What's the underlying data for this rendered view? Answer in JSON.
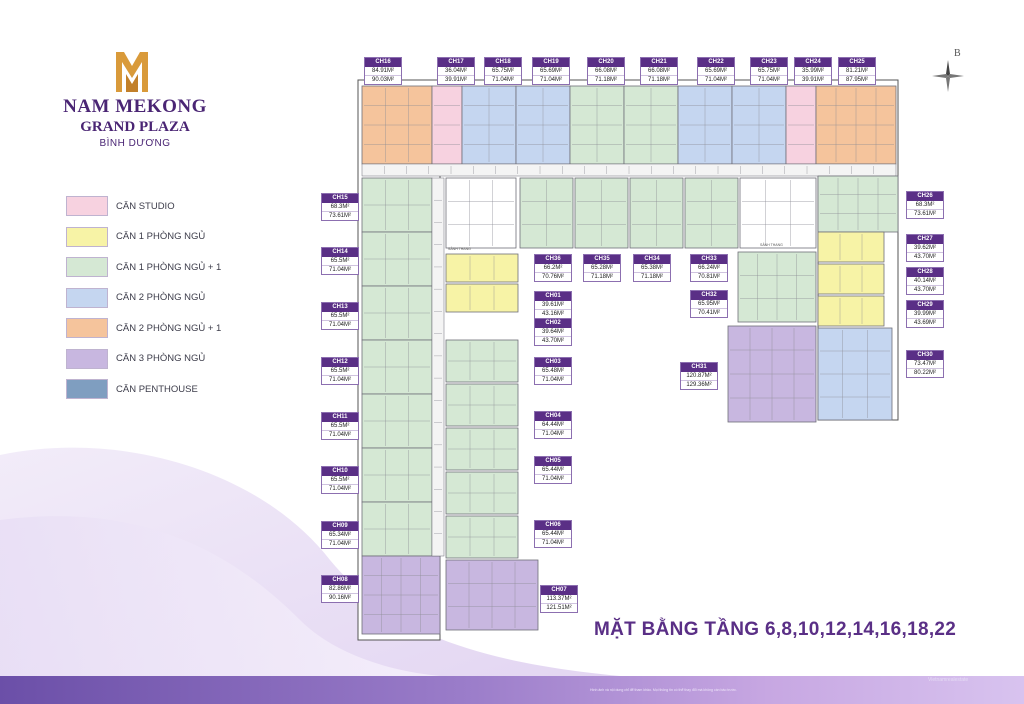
{
  "brand": {
    "line1": "NAM MEKONG",
    "line2": "GRAND PLAZA",
    "line3": "BÌNH DƯƠNG",
    "color": "#4a2574",
    "mark_color": "#d99a3a"
  },
  "legend": [
    {
      "label": "CĂN STUDIO",
      "color": "#f7d2e0"
    },
    {
      "label": "CĂN 1 PHÒNG NGỦ",
      "color": "#f7f3a6"
    },
    {
      "label": "CĂN 1 PHÒNG NGỦ + 1",
      "color": "#d5e8d4"
    },
    {
      "label": "CĂN 2 PHÒNG NGỦ",
      "color": "#c5d6f0"
    },
    {
      "label": "CĂN 2 PHÒNG NGỦ + 1",
      "color": "#f5c49c"
    },
    {
      "label": "CĂN 3 PHÒNG NGỦ",
      "color": "#c8b7e0"
    },
    {
      "label": "CĂN PENTHOUSE",
      "color": "#7f9ec0"
    }
  ],
  "compass_letter": "B",
  "lobby_labels": [
    "SẢNH THANG",
    "SẢNH THANG"
  ],
  "units": [
    {
      "code": "CH16",
      "a": "84.91M²",
      "b": "90.03M²"
    },
    {
      "code": "CH17",
      "a": "36.04M²",
      "b": "39.91M²"
    },
    {
      "code": "CH18",
      "a": "65.75M²",
      "b": "71.04M²"
    },
    {
      "code": "CH19",
      "a": "65.69M²",
      "b": "71.04M²"
    },
    {
      "code": "CH20",
      "a": "66.08M²",
      "b": "71.18M²"
    },
    {
      "code": "CH21",
      "a": "66.08M²",
      "b": "71.18M²"
    },
    {
      "code": "CH22",
      "a": "65.69M²",
      "b": "71.04M²"
    },
    {
      "code": "CH23",
      "a": "65.75M²",
      "b": "71.04M²"
    },
    {
      "code": "CH24",
      "a": "35.99M²",
      "b": "39.91M²"
    },
    {
      "code": "CH25",
      "a": "81.21M²",
      "b": "87.95M²"
    },
    {
      "code": "CH15",
      "a": "68.3M²",
      "b": "73.61M²"
    },
    {
      "code": "CH14",
      "a": "65.5M²",
      "b": "71.04M²"
    },
    {
      "code": "CH13",
      "a": "65.5M²",
      "b": "71.04M²"
    },
    {
      "code": "CH12",
      "a": "65.5M²",
      "b": "71.04M²"
    },
    {
      "code": "CH11",
      "a": "65.5M²",
      "b": "71.04M²"
    },
    {
      "code": "CH10",
      "a": "65.5M²",
      "b": "71.04M²"
    },
    {
      "code": "CH09",
      "a": "65.34M²",
      "b": "71.04M²"
    },
    {
      "code": "CH08",
      "a": "82.86M²",
      "b": "90.16M²"
    },
    {
      "code": "CH36",
      "a": "66.2M²",
      "b": "70.76M²"
    },
    {
      "code": "CH35",
      "a": "65.28M²",
      "b": "71.18M²"
    },
    {
      "code": "CH34",
      "a": "65.38M²",
      "b": "71.18M²"
    },
    {
      "code": "CH33",
      "a": "66.24M²",
      "b": "70.81M²"
    },
    {
      "code": "CH32",
      "a": "65.95M²",
      "b": "70.41M²"
    },
    {
      "code": "CH01",
      "a": "39.61M²",
      "b": "43.16M²"
    },
    {
      "code": "CH02",
      "a": "39.64M²",
      "b": "43.70M²"
    },
    {
      "code": "CH03",
      "a": "65.48M²",
      "b": "71.04M²"
    },
    {
      "code": "CH04",
      "a": "64.44M²",
      "b": "71.04M²"
    },
    {
      "code": "CH05",
      "a": "65.44M²",
      "b": "71.04M²"
    },
    {
      "code": "CH06",
      "a": "65.44M²",
      "b": "71.04M²"
    },
    {
      "code": "CH07",
      "a": "113.37M²",
      "b": "121.51M²"
    },
    {
      "code": "CH26",
      "a": "68.3M²",
      "b": "73.61M²"
    },
    {
      "code": "CH27",
      "a": "39.62M²",
      "b": "43.70M²"
    },
    {
      "code": "CH28",
      "a": "40.14M²",
      "b": "43.70M²"
    },
    {
      "code": "CH29",
      "a": "39.99M²",
      "b": "43.69M²"
    },
    {
      "code": "CH30",
      "a": "73.47M²",
      "b": "80.22M²"
    },
    {
      "code": "CH31",
      "a": "120.87M²",
      "b": "129.36M²"
    }
  ],
  "title": "MẶT BẰNG TẦNG 6,8,10,12,14,16,18,22",
  "footer": {
    "note": "Hình ảnh và nội dung chỉ để tham khảo. Mọi thông tin có thể thay đổi mà không cần báo trước.",
    "brand": "Vietnamrealestate"
  }
}
